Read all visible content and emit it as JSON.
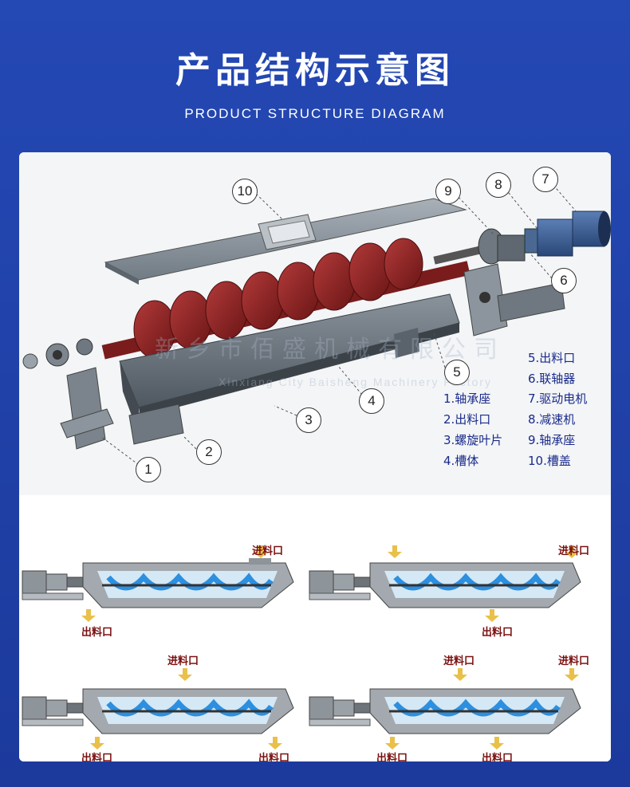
{
  "header": {
    "title": "产品结构示意图",
    "subtitle": "PRODUCT STRUCTURE DIAGRAM"
  },
  "watermark": {
    "cn": "新乡市佰盛机械有限公司",
    "en": "Xinxiang City Baisheng Machinery Factory"
  },
  "callouts": [
    "1",
    "2",
    "3",
    "4",
    "5",
    "6",
    "7",
    "8",
    "9",
    "10"
  ],
  "legend": {
    "left": [
      "1.轴承座",
      "2.出料口",
      "3.螺旋叶片",
      "4.槽体"
    ],
    "right": [
      "5.出料口",
      "6.联轴器",
      "7.驱动电机",
      "8.减速机",
      "9.轴承座",
      "10.槽盖"
    ]
  },
  "flow": {
    "inlet": "进料口",
    "outlet": "出料口"
  },
  "colors": {
    "background": "#1f3ea6",
    "legend_text": "#1a2a8a",
    "flow_label": "#7a1010",
    "auger": "#8a1e1e",
    "trough": "#6e7780",
    "material": "#3a9be0"
  }
}
